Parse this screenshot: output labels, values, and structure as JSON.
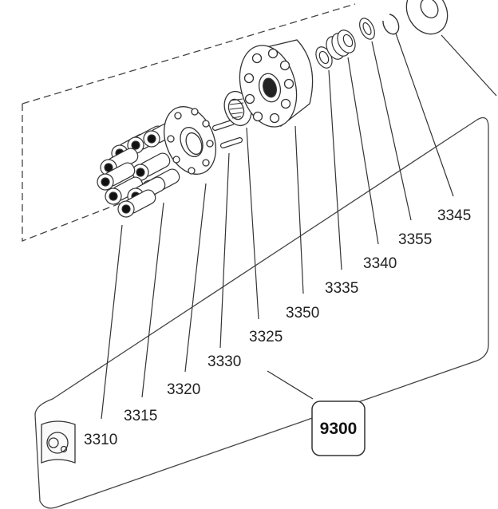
{
  "diagram": {
    "kit_number": "9300",
    "part_labels": {
      "p3310": "3310",
      "p3315": "3315",
      "p3320": "3320",
      "p3330": "3330",
      "p3325": "3325",
      "p3350": "3350",
      "p3335": "3335",
      "p3340": "3340",
      "p3355": "3355",
      "p3345": "3345"
    },
    "kit_icon": "seal-kit-icon"
  }
}
